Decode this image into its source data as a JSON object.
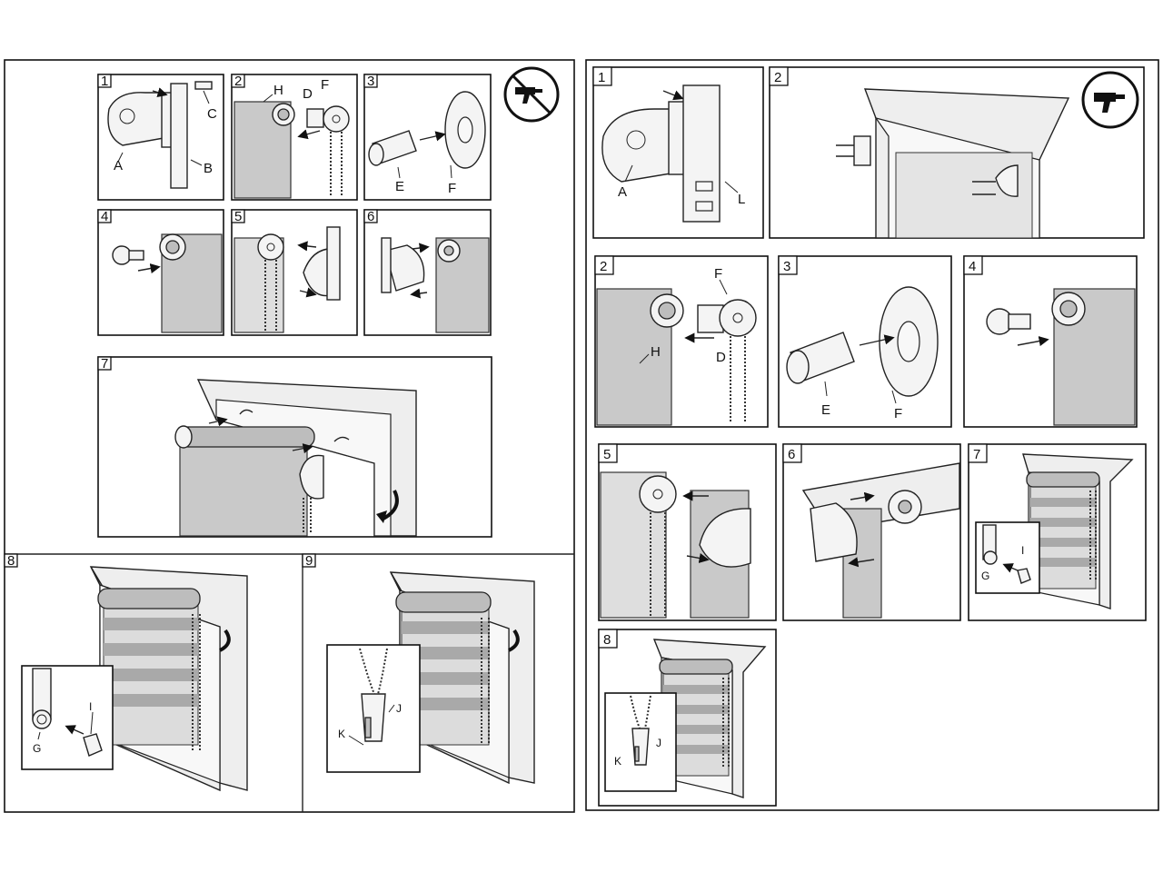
{
  "left_sheet": {
    "panels": [
      {
        "step": "1",
        "labels": [
          "A",
          "B",
          "C"
        ]
      },
      {
        "step": "2",
        "labels": [
          "H",
          "D",
          "F"
        ]
      },
      {
        "step": "3",
        "labels": [
          "E",
          "F"
        ]
      },
      {
        "step": "4",
        "labels": []
      },
      {
        "step": "5",
        "labels": []
      },
      {
        "step": "6",
        "labels": []
      },
      {
        "step": "7",
        "labels": []
      },
      {
        "step": "8",
        "labels": [
          "G",
          "I"
        ]
      },
      {
        "step": "9",
        "labels": [
          "K",
          "J"
        ]
      }
    ],
    "icon": "no-drill-icon"
  },
  "right_sheet": {
    "panels": [
      {
        "step": "1",
        "labels": [
          "A",
          "L"
        ]
      },
      {
        "step": "2",
        "labels": []
      },
      {
        "step": "2",
        "labels": [
          "F",
          "H",
          "D"
        ]
      },
      {
        "step": "3",
        "labels": [
          "E",
          "F"
        ]
      },
      {
        "step": "4",
        "labels": []
      },
      {
        "step": "5",
        "labels": []
      },
      {
        "step": "6",
        "labels": []
      },
      {
        "step": "7",
        "labels": [
          "G",
          "I"
        ]
      },
      {
        "step": "8",
        "labels": [
          "K",
          "J"
        ]
      }
    ],
    "icon": "drill-icon"
  },
  "colors": {
    "line": "#111111",
    "fabric": "#c9c9c9",
    "background": "#ffffff"
  }
}
